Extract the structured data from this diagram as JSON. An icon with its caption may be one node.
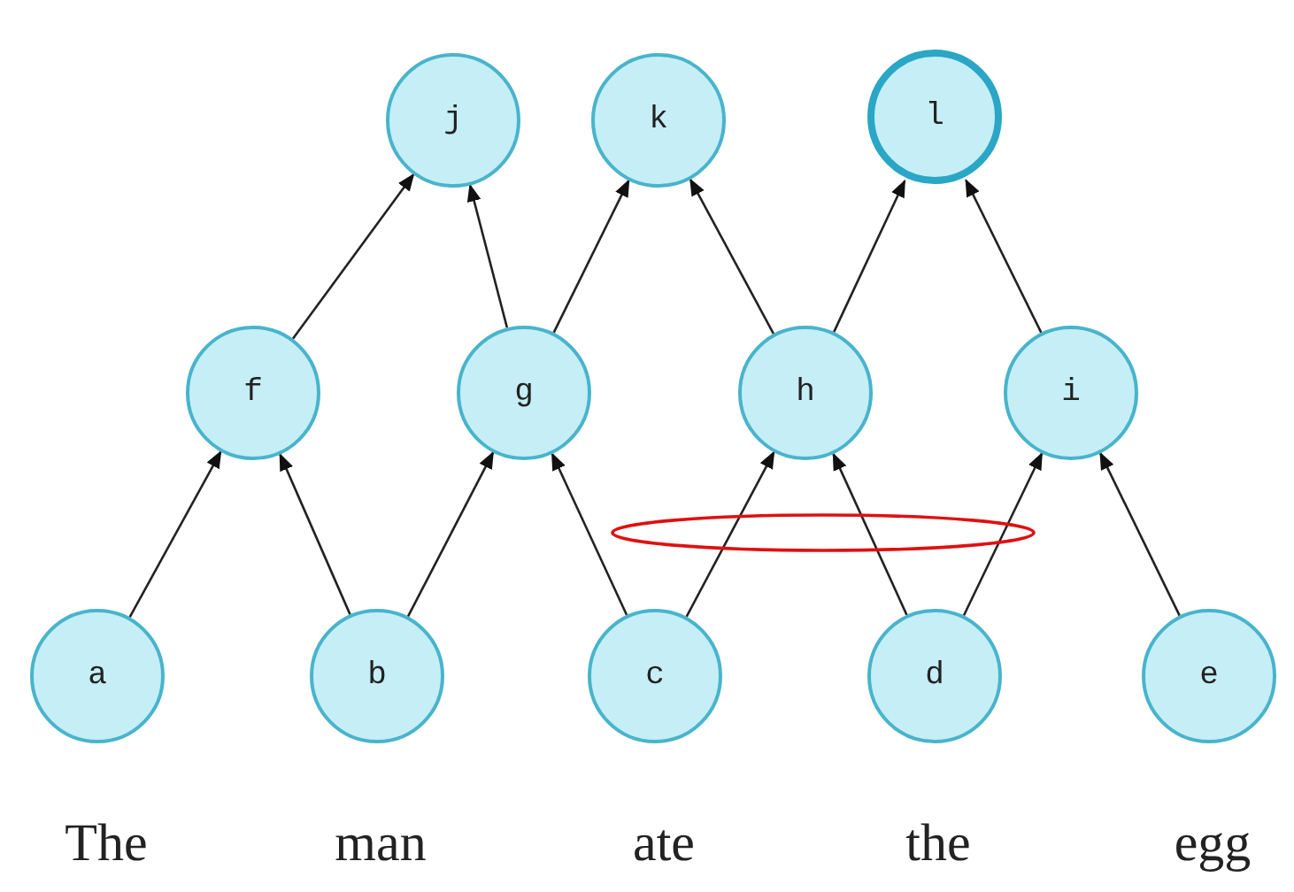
{
  "diagram": {
    "nodes": [
      {
        "text": [
          "j"
        ]
      },
      {
        "text": [
          "k"
        ]
      },
      {
        "text": [
          "l"
        ]
      },
      {
        "text": [
          "f"
        ]
      },
      {
        "text": [
          "g"
        ]
      },
      {
        "text": [
          "h"
        ]
      },
      {
        "text": [
          "i"
        ]
      },
      {
        "text": [
          "a"
        ]
      },
      {
        "text": [
          "b"
        ]
      },
      {
        "text": [
          "c"
        ]
      },
      {
        "text": [
          "d"
        ]
      },
      {
        "text": [
          "e"
        ]
      }
    ],
    "edges": [
      {
        "from": 7,
        "to": 3,
        "arrow": "to"
      },
      {
        "from": 8,
        "to": 3,
        "arrow": "to"
      },
      {
        "from": 8,
        "to": 4,
        "arrow": "to"
      },
      {
        "from": 9,
        "to": 4,
        "arrow": "to"
      },
      {
        "from": 9,
        "to": 5,
        "arrow": "to"
      },
      {
        "from": 10,
        "to": 5,
        "arrow": "to"
      },
      {
        "from": 10,
        "to": 6,
        "arrow": "to"
      },
      {
        "from": 11,
        "to": 6,
        "arrow": "to"
      },
      {
        "from": 3,
        "to": 0,
        "arrow": "to"
      },
      {
        "from": 4,
        "to": 0,
        "arrow": "to"
      },
      {
        "from": 4,
        "to": 1,
        "arrow": "to"
      },
      {
        "from": 5,
        "to": 1,
        "arrow": "to"
      },
      {
        "from": 5,
        "to": 2,
        "arrow": "to"
      },
      {
        "from": 6,
        "to": 2,
        "arrow": "to"
      }
    ],
    "labels": [
      "The",
      "man",
      "ate",
      "the",
      "egg"
    ]
  }
}
